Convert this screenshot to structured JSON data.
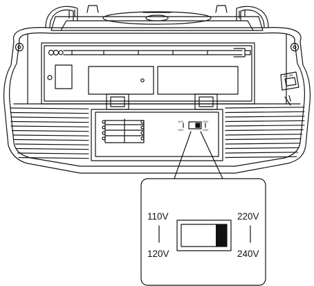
{
  "voltage_switch": {
    "top_left": "110V",
    "bottom_left": "120V",
    "top_right": "220V",
    "bottom_right": "240V",
    "position": "right"
  },
  "small_switch": {
    "top_left": "110V",
    "bottom_left": "120V",
    "top_right": "220V",
    "bottom_right": "240V"
  },
  "ac_input_label": "AC-IN",
  "colors": {
    "line": "#111111",
    "background": "#ffffff",
    "knob": "#111111"
  }
}
